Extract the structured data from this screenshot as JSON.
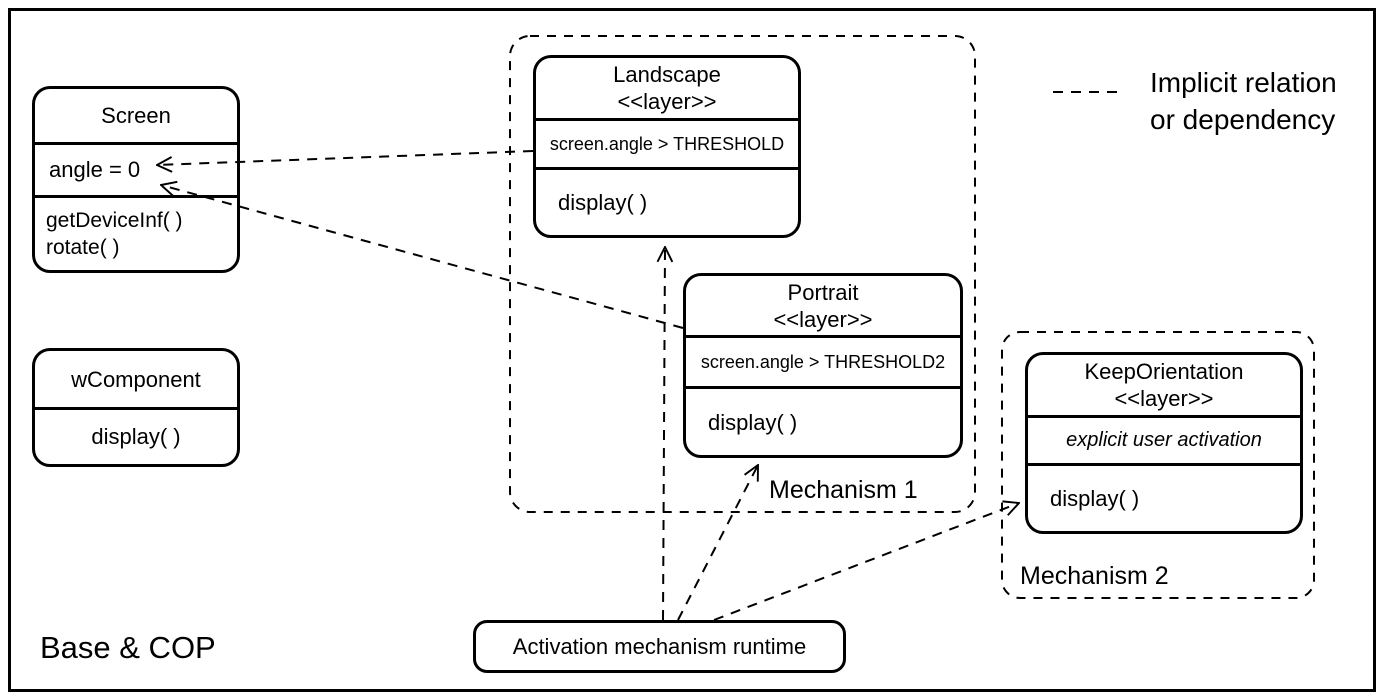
{
  "colors": {
    "ink": "#000000",
    "background": "#ffffff"
  },
  "legend": {
    "line1": "Implicit relation",
    "line2": "or dependency"
  },
  "footer": {
    "label": "Base & COP"
  },
  "runtime": {
    "label": "Activation mechanism runtime"
  },
  "groups": {
    "mechanism1": {
      "label": "Mechanism 1"
    },
    "mechanism2": {
      "label": "Mechanism 2"
    }
  },
  "classes": {
    "screen": {
      "title": "Screen",
      "attribute": "angle = 0",
      "method1": "getDeviceInf( )",
      "method2": "rotate( )"
    },
    "wcomponent": {
      "title": "wComponent",
      "method": "display( )"
    },
    "landscape": {
      "title": "Landscape",
      "stereotype": "<<layer>>",
      "condition": "screen.angle > THRESHOLD",
      "method": "display( )"
    },
    "portrait": {
      "title": "Portrait",
      "stereotype": "<<layer>>",
      "condition": "screen.angle > THRESHOLD2",
      "method": "display( )"
    },
    "keeporientation": {
      "title": "KeepOrientation",
      "stereotype": "<<layer>>",
      "condition": "explicit user activation",
      "method": "display( )"
    }
  },
  "relations": [
    {
      "from": "Landscape.condition",
      "to": "Screen.angle",
      "type": "implicit relation or dependency"
    },
    {
      "from": "Portrait.condition",
      "to": "Screen.angle",
      "type": "implicit relation or dependency"
    },
    {
      "from": "Activation mechanism runtime",
      "to": "Landscape",
      "type": "implicit relation or dependency"
    },
    {
      "from": "Activation mechanism runtime",
      "to": "Portrait",
      "type": "implicit relation or dependency"
    },
    {
      "from": "Activation mechanism runtime",
      "to": "KeepOrientation",
      "type": "implicit relation or dependency"
    }
  ]
}
